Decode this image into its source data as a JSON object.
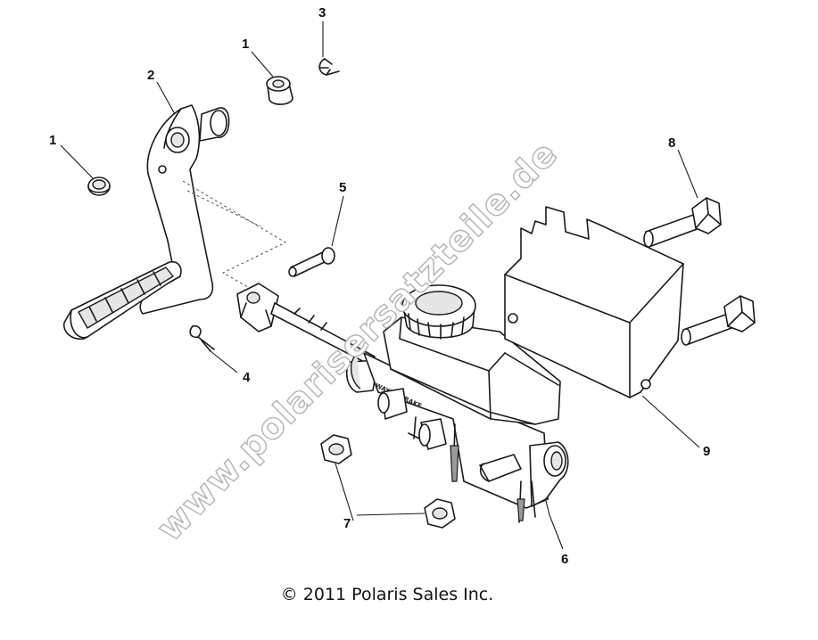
{
  "diagram": {
    "callouts": {
      "c1a": "1",
      "c1b": "1",
      "c2": "2",
      "c3": "3",
      "c4": "4",
      "c5": "5",
      "c6": "6",
      "c7": "7",
      "c8": "8",
      "c9": "9"
    },
    "part_stamp": "WAYNE BRAKE",
    "watermark": "www.polarisersatzteile.de",
    "copyright": "© 2011 Polaris Sales Inc."
  }
}
